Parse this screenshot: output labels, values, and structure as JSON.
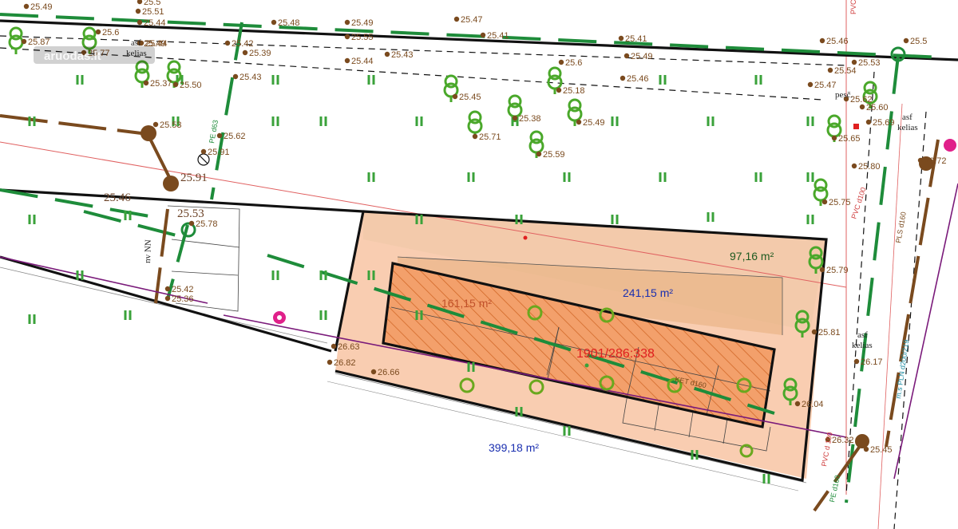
{
  "watermark": "aruodas.lt",
  "colors": {
    "background": "#ffffff",
    "plot_fill": "#f8c8a8",
    "building_fill": "#f3a06b",
    "green_zone": "#a8d8b0",
    "boundary": "#111111",
    "water_pipe": "#1e8c3a",
    "sewer_pipe": "#7a4a1e",
    "electric_line": "#7a1a7a",
    "area_blue": "#1a2fb0",
    "area_red": "#e02020"
  },
  "areas": {
    "plot": "399,18 m²",
    "zone_a": "241,15 m²",
    "zone_green": "97,16 m²",
    "building": "161,15 m²",
    "parcel_id": "1901/286:338"
  },
  "road_labels": {
    "road_nw_a": "asf",
    "road_nw_b": "kelias",
    "road_ne_a": "asf",
    "road_ne_b": "kelias",
    "road_e_a": "asf",
    "road_e_b": "kelias",
    "walk_a": "pesč.",
    "nn": "nv NN"
  },
  "pipe_labels": {
    "pe63": "PE d63",
    "pvc100": "PVC d100",
    "pls160": "PLS d160",
    "pvc_top": "PVC",
    "pln": "m.s PLN d200/219",
    "pvc_low": "PVC d 100",
    "pe_low": "PE d160",
    "ket": "KET d160"
  },
  "elevation_marks": [
    "25.49",
    "25.5",
    "25.51",
    "25.44",
    "25.87",
    "25.6",
    "25.44",
    "25.77",
    "25.49",
    "25.42",
    "25.39",
    "25.48",
    "25.49",
    "25.55",
    "25.47",
    "25.41",
    "25.41",
    "25.46",
    "25.5",
    "25.44",
    "25.43",
    "25.43",
    "25.37",
    "25.50",
    "25.6",
    "25.49",
    "25.46",
    "25.53",
    "25.54",
    "25.45",
    "25.18",
    "25.47",
    "25.62",
    "25.60",
    "25.69",
    "25.53",
    "25.38",
    "25.49",
    "25.62",
    "25.91",
    "25.71",
    "25.59",
    "25.65",
    "25.80",
    "25.78",
    "25.75",
    "25.79",
    "25.81",
    "26.63",
    "26.82",
    "26.66",
    "26.04",
    "26.17",
    "26.32",
    "25.45",
    "26.72",
    "25.42",
    "25.36"
  ],
  "large_marks": {
    "m1": "25.46",
    "m2": "25.53",
    "m3": "25.91"
  }
}
